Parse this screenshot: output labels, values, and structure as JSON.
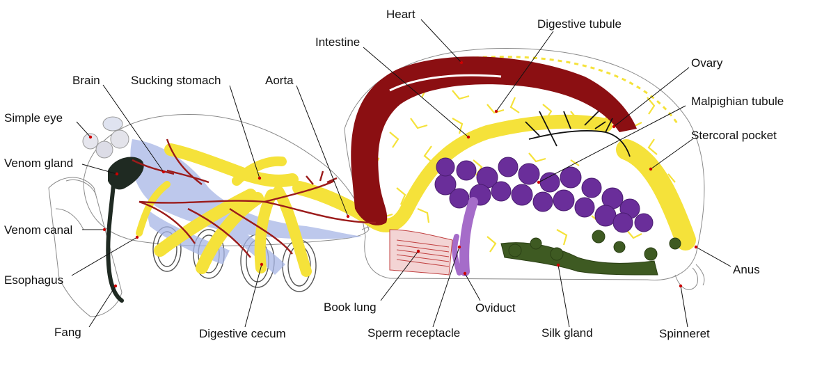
{
  "labels": {
    "heart": "Heart",
    "digestive_tubule": "Digestive tubule",
    "intestine": "Intestine",
    "ovary": "Ovary",
    "malpighian_tubule": "Malpighian tubule",
    "stercoral_pocket": "Stercoral pocket",
    "brain": "Brain",
    "sucking_stomach": "Sucking stomach",
    "aorta": "Aorta",
    "simple_eye": "Simple eye",
    "venom_gland": "Venom gland",
    "venom_canal": "Venom canal",
    "esophagus": "Esophagus",
    "fang": "Fang",
    "digestive_cecum": "Digestive cecum",
    "book_lung": "Book lung",
    "sperm_receptacle": "Sperm receptacle",
    "oviduct": "Oviduct",
    "silk_gland": "Silk gland",
    "spinneret": "Spinneret",
    "anus": "Anus"
  },
  "colors": {
    "digestive": "#f5e23a",
    "heart": "#8b0f12",
    "vessels": "#9b1b1b",
    "ovary": "#6a2e9a",
    "nerve": "#a7b6e6",
    "venom": "#1f2a22",
    "silk": "#3e5a22",
    "outline": "#8a8a8a"
  }
}
